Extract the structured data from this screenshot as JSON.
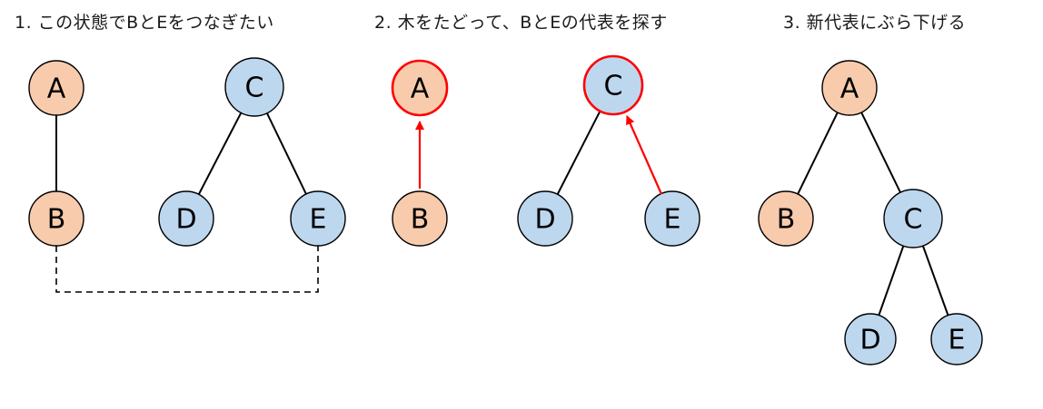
{
  "colors": {
    "node_orange": "#F8CBAD",
    "node_blue": "#BDD7EE",
    "highlight_red": "#FF0000",
    "line_black": "#000000"
  },
  "panels": [
    {
      "title": "1. この状態でBとEをつなぎたい",
      "nodes": {
        "A": "A",
        "B": "B",
        "C": "C",
        "D": "D",
        "E": "E"
      }
    },
    {
      "title": "2. 木をたどって、BとEの代表を探す",
      "nodes": {
        "A": "A",
        "B": "B",
        "C": "C",
        "D": "D",
        "E": "E"
      }
    },
    {
      "title": "3. 新代表にぶら下げる",
      "nodes": {
        "A": "A",
        "B": "B",
        "C": "C",
        "D": "D",
        "E": "E"
      }
    }
  ]
}
